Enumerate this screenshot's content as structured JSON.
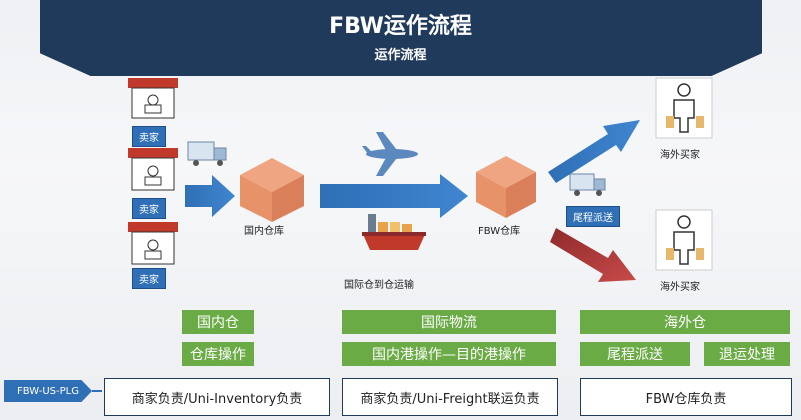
{
  "header": {
    "title": "FBW运作流程",
    "subtitle": "运作流程"
  },
  "nodes": {
    "seller_label": "卖家",
    "domestic_warehouse": "国内仓库",
    "intl_shipping": "国际仓到仓运输",
    "fbw_warehouse": "FBW仓库",
    "last_mile": "尾程派送",
    "overseas_buyer": "海外买家"
  },
  "sections": {
    "domestic": {
      "title": "国内仓",
      "sub": "仓库操作"
    },
    "intl": {
      "title": "国际物流",
      "sub": "国内港操作—目的港操作"
    },
    "overseas": {
      "title": "海外仓",
      "sub1": "尾程派送",
      "sub2": "退运处理"
    }
  },
  "responsibility": {
    "tag": "FBW-US-PLG",
    "domestic": "商家负责/Uni-Inventory负责",
    "intl": "商家负责/Uni-Freight联运负责",
    "overseas": "FBW仓库负责"
  },
  "colors": {
    "navy": "#1f3a5a",
    "blue": "#2f6fb5",
    "green": "#6aab45",
    "red": "#b83a3a",
    "box": "#e8926a"
  }
}
